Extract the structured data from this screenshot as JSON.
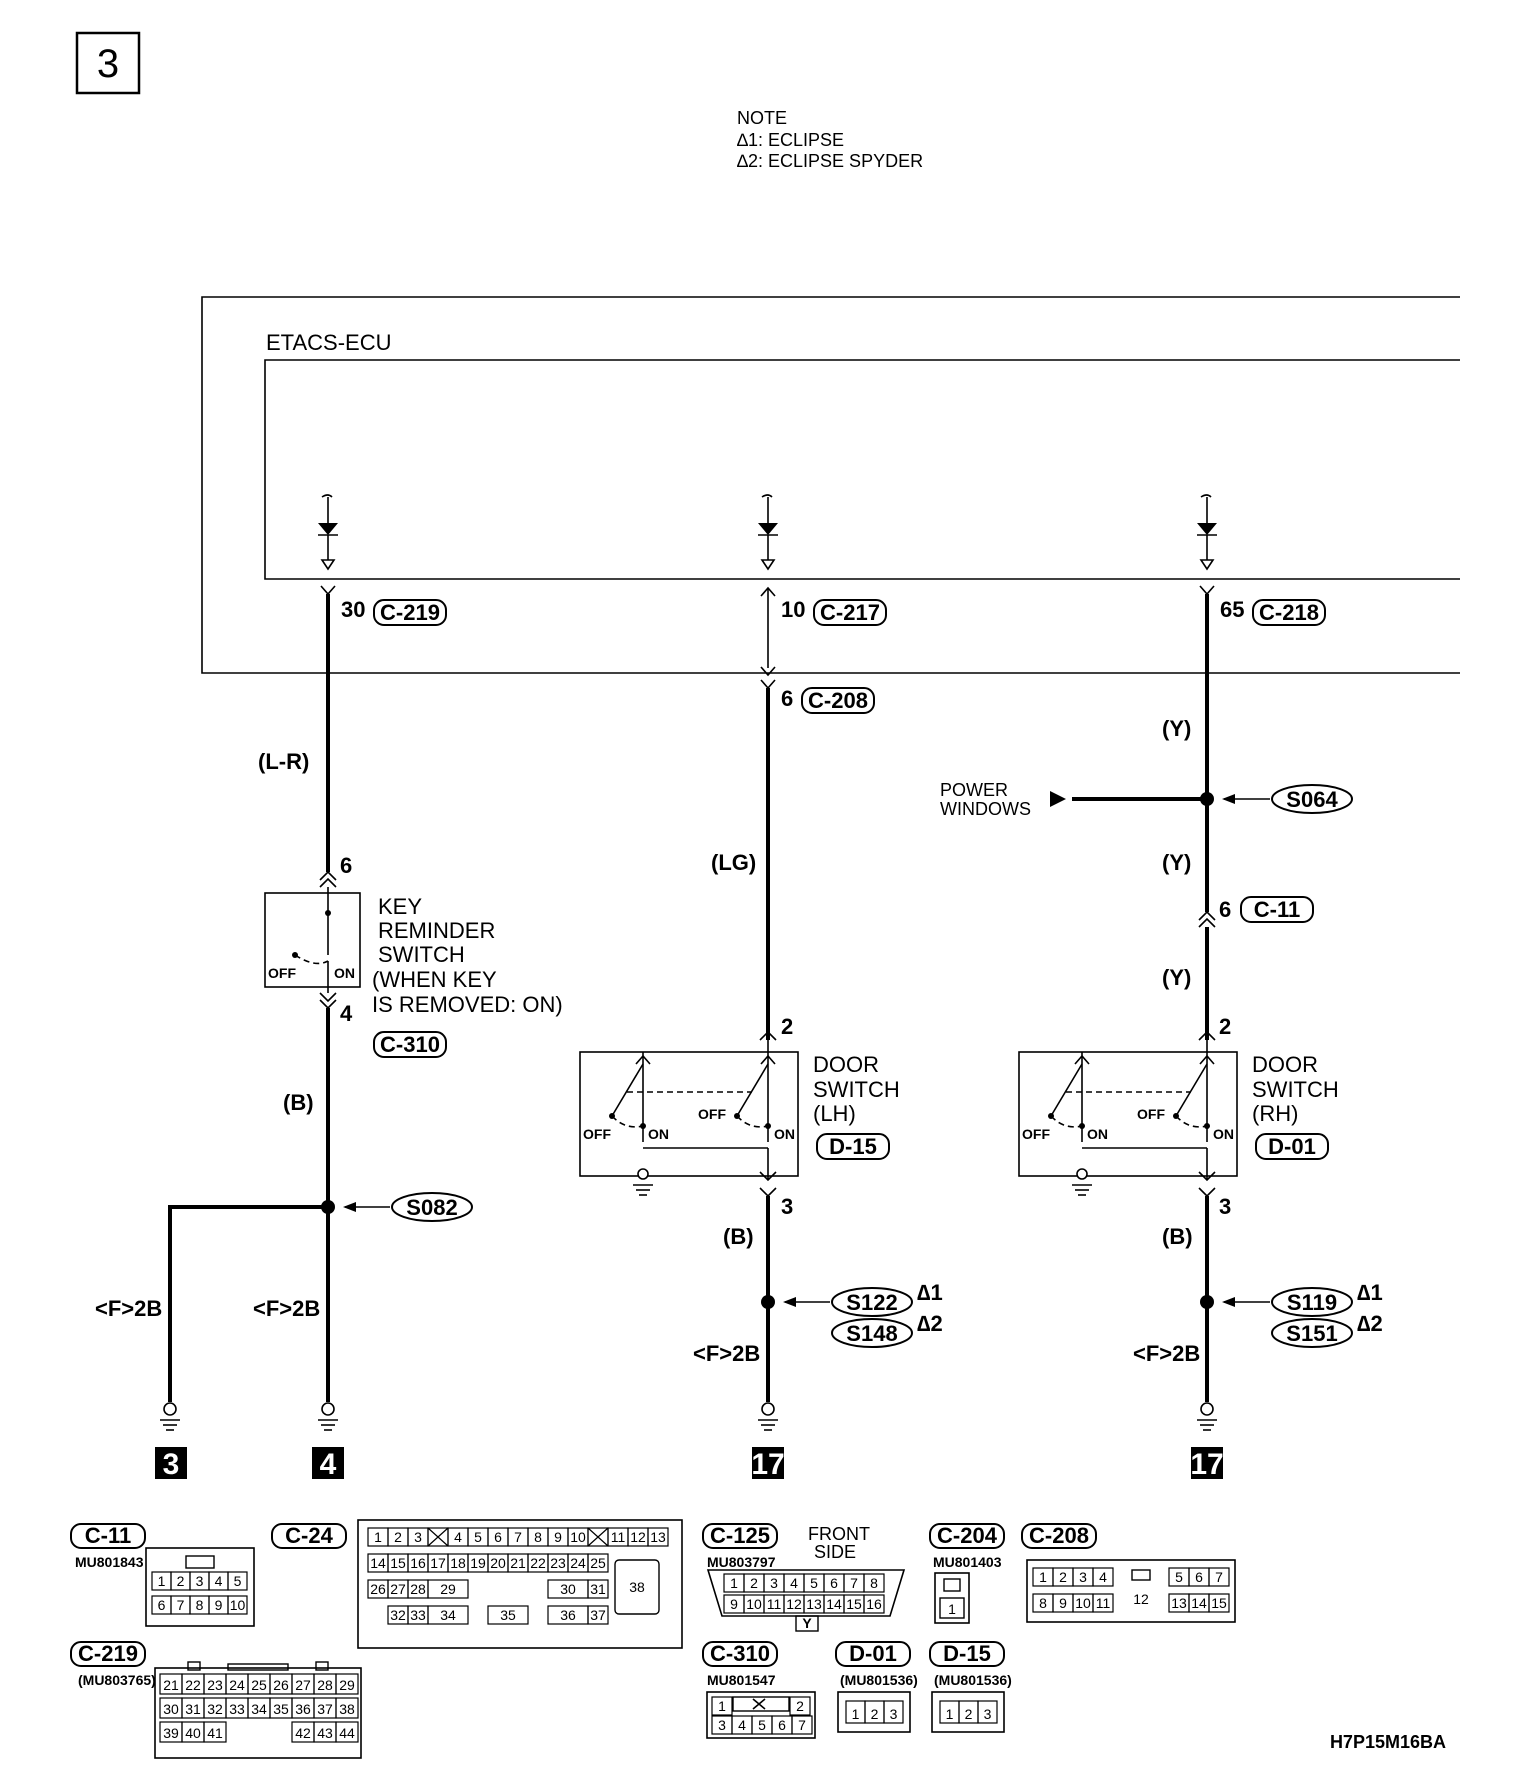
{
  "page_number": "3",
  "note": {
    "title": "NOTE",
    "line1": "∆1: ECLIPSE",
    "line2": "∆2: ECLIPSE SPYDER"
  },
  "ecu": {
    "name": "ETACS-ECU"
  },
  "columns": [
    {
      "pin": "30",
      "connector": "C-219"
    },
    {
      "pin": "10",
      "connector": "C-217"
    },
    {
      "pin": "65",
      "connector": "C-218"
    }
  ],
  "col1": {
    "wire_top": "(L-R)",
    "switch_pin_top": "6",
    "switch_pin_bottom": "4",
    "switch_label": [
      "KEY",
      "REMINDER",
      "SWITCH",
      "(WHEN KEY",
      "IS REMOVED: ON)"
    ],
    "switch_off": "OFF",
    "switch_on": "ON",
    "switch_connector": "C-310",
    "wire_bottom": "(B)",
    "splice": "S082",
    "ground_ref_left": "<F>2B",
    "ground_ref_right": "<F>2B",
    "ground_left": "3",
    "ground_right": "4"
  },
  "col2": {
    "junction_pin": "6",
    "junction_connector": "C-208",
    "wire": "(LG)",
    "switch_pin_top": "2",
    "switch_pin_bottom": "3",
    "switch_label": [
      "DOOR",
      "SWITCH",
      "(LH)"
    ],
    "switch_connector": "D-15",
    "off_left": "OFF",
    "on_left": "ON",
    "off_right": "OFF",
    "on_right": "ON",
    "wire_bottom": "(B)",
    "splice1": "S122",
    "splice1_note": "∆1",
    "splice2": "S148",
    "splice2_note": "∆2",
    "ground_ref": "<F>2B",
    "ground": "17"
  },
  "col3": {
    "wire_top": "(Y)",
    "branch_label": [
      "POWER",
      "WINDOWS"
    ],
    "splice": "S064",
    "wire_mid": "(Y)",
    "junction_pin": "6",
    "junction_connector": "C-11",
    "wire_low": "(Y)",
    "switch_pin_top": "2",
    "switch_pin_bottom": "3",
    "switch_label": [
      "DOOR",
      "SWITCH",
      "(RH)"
    ],
    "switch_connector": "D-01",
    "off_left": "OFF",
    "on_left": "ON",
    "off_right": "OFF",
    "on_right": "ON",
    "wire_bottom": "(B)",
    "splice1": "S119",
    "splice1_note": "∆1",
    "splice2": "S151",
    "splice2_note": "∆2",
    "ground_ref": "<F>2B",
    "ground": "17"
  },
  "connectors": {
    "c11": {
      "name": "C-11",
      "part": "MU801843",
      "row1": [
        "1",
        "2",
        "3",
        "4",
        "5"
      ],
      "row2": [
        "6",
        "7",
        "8",
        "9",
        "10"
      ]
    },
    "c24": {
      "name": "C-24",
      "row1": [
        "1",
        "2",
        "3",
        "",
        "4",
        "5",
        "6",
        "7",
        "8",
        "9",
        "10",
        "",
        "11",
        "12",
        "13"
      ],
      "row2": [
        "14",
        "15",
        "16",
        "17",
        "18",
        "19",
        "20",
        "21",
        "22",
        "23",
        "24",
        "25"
      ],
      "row3": [
        "26",
        "27",
        "28",
        "29",
        "30",
        "31"
      ],
      "row4": [
        "32",
        "33",
        "34",
        "35",
        "36",
        "37"
      ],
      "big": "38"
    },
    "c125": {
      "name": "C-125",
      "part": "MU803797",
      "side": [
        "FRONT",
        "SIDE"
      ],
      "row1": [
        "1",
        "2",
        "3",
        "4",
        "5",
        "6",
        "7",
        "8"
      ],
      "row2": [
        "9",
        "10",
        "11",
        "12",
        "13",
        "14",
        "15",
        "16"
      ],
      "key": "Y"
    },
    "c204": {
      "name": "C-204",
      "part": "MU801403",
      "pin": "1"
    },
    "c208": {
      "name": "C-208",
      "row1a": [
        "1",
        "2",
        "3",
        "4"
      ],
      "row1b": [
        "5",
        "6",
        "7"
      ],
      "row2a": [
        "8",
        "9",
        "10",
        "11"
      ],
      "mid": "12",
      "row2b": [
        "13",
        "14",
        "15"
      ]
    },
    "c219": {
      "name": "C-219",
      "part": "(MU803765)",
      "row1": [
        "21",
        "22",
        "23",
        "24",
        "25",
        "26",
        "27",
        "28",
        "29"
      ],
      "row2": [
        "30",
        "31",
        "32",
        "33",
        "34",
        "35",
        "36",
        "37",
        "38"
      ],
      "row3a": [
        "39",
        "40",
        "41"
      ],
      "row3b": [
        "42",
        "43",
        "44"
      ]
    },
    "c310": {
      "name": "C-310",
      "part": "MU801547",
      "row1a": [
        "1"
      ],
      "row1b": [
        "2"
      ],
      "row2": [
        "3",
        "4",
        "5",
        "6",
        "7"
      ]
    },
    "d01": {
      "name": "D-01",
      "part": "(MU801536)",
      "pins": [
        "1",
        "2",
        "3"
      ]
    },
    "d15": {
      "name": "D-15",
      "part": "(MU801536)",
      "pins": [
        "1",
        "2",
        "3"
      ]
    }
  },
  "figure_code": "H7P15M16BA"
}
